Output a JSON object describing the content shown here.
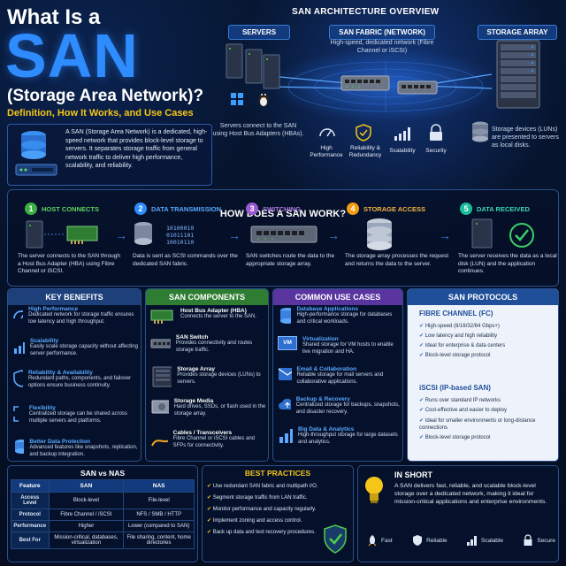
{
  "title": {
    "line1": "What Is a",
    "big": "SAN",
    "line2": "(Storage Area Network)?",
    "tagline": "Definition, How It Works, and Use Cases"
  },
  "intro": "A SAN (Storage Area Network) is a dedicated, high-speed network that provides block-level storage to servers. It separates storage traffic from general network traffic to deliver high performance, scalability, and reliability.",
  "architecture": {
    "title": "SAN ARCHITECTURE OVERVIEW",
    "servers_label": "SERVERS",
    "fabric_label": "SAN FABRIC (NETWORK)",
    "fabric_desc": "High-speed, dedicated network (Fibre Channel or iSCSI)",
    "storage_label": "STORAGE ARRAY",
    "servers_note": "Servers connect to the SAN using Host Bus Adapters (HBAs).",
    "storage_note": "Storage devices (LUNs) are presented to servers as local disks.",
    "features": [
      "High Performance",
      "Reliability & Redundancy",
      "Scalability",
      "Security"
    ]
  },
  "how": {
    "title": "HOW DOES A SAN WORK?",
    "steps": [
      {
        "num": "1",
        "title": "HOST CONNECTS",
        "desc": "The server connects to the SAN through a Host Bus Adapter (HBA) using Fibre Channel or iSCSI.",
        "color": "#3cb043"
      },
      {
        "num": "2",
        "title": "DATA TRANSMISSION",
        "desc": "Data is sent as SCSI commands over the dedicated SAN fabric.",
        "color": "#2e8cff"
      },
      {
        "num": "3",
        "title": "SWITCHING",
        "desc": "SAN switches route the data to the appropriate storage array.",
        "color": "#9b59d0"
      },
      {
        "num": "4",
        "title": "STORAGE ACCESS",
        "desc": "The storage array processes the request and returns the data to the server.",
        "color": "#f39c12"
      },
      {
        "num": "5",
        "title": "DATA RECEIVED",
        "desc": "The server receives the data as a local disk (LUN) and the application continues.",
        "color": "#1abc9c"
      }
    ],
    "binary": [
      "10100010",
      "01011101",
      "10010110"
    ]
  },
  "benefits": {
    "title": "KEY BENEFITS",
    "items": [
      {
        "title": "High Performance",
        "desc": "Dedicated network for storage traffic ensures low latency and high throughput."
      },
      {
        "title": "Scalability",
        "desc": "Easily scale storage capacity without affecting server performance."
      },
      {
        "title": "Reliability & Availability",
        "desc": "Redundant paths, components, and failover options ensure business continuity."
      },
      {
        "title": "Flexibility",
        "desc": "Centralized storage can be shared across multiple servers and platforms."
      },
      {
        "title": "Better Data Protection",
        "desc": "Advanced features like snapshots, replication, and backup integration."
      }
    ]
  },
  "components": {
    "title": "SAN COMPONENTS",
    "items": [
      {
        "title": "Host Bus Adapter (HBA)",
        "desc": "Connects the server to the SAN."
      },
      {
        "title": "SAN Switch",
        "desc": "Provides connectivity and routes storage traffic."
      },
      {
        "title": "Storage Array",
        "desc": "Provides storage devices (LUNs) to servers."
      },
      {
        "title": "Storage Media",
        "desc": "Hard drives, SSDs, or flash used in the storage array."
      },
      {
        "title": "Cables / Transceivers",
        "desc": "Fibre Channel or iSCSI cables and SFPs for connectivity."
      }
    ]
  },
  "usecases": {
    "title": "COMMON USE CASES",
    "items": [
      {
        "title": "Database Applications",
        "desc": "High-performance storage for databases and critical workloads."
      },
      {
        "title": "Virtualization",
        "desc": "Shared storage for VM hosts to enable live migration and HA."
      },
      {
        "title": "Email & Collaboration",
        "desc": "Reliable storage for mail servers and collaborative applications."
      },
      {
        "title": "Backup & Recovery",
        "desc": "Centralized storage for backups, snapshots, and disaster recovery."
      },
      {
        "title": "Big Data & Analytics",
        "desc": "High-throughput storage for large datasets and analytics."
      }
    ],
    "vm_badge": "VM"
  },
  "protocols": {
    "title": "SAN PROTOCOLS",
    "fc_title": "FIBRE CHANNEL (FC)",
    "fc_bullets": [
      "High-speed (8/16/32/64 Gbps+)",
      "Low latency and high reliability",
      "Ideal for enterprise & data centers",
      "Block-level storage protocol"
    ],
    "iscsi_title": "iSCSI (IP-based SAN)",
    "iscsi_bullets": [
      "Runs over standard IP networks",
      "Cost-effective and easier to deploy",
      "Ideal for smaller environments or long-distance connections",
      "Block-level storage protocol"
    ]
  },
  "vs": {
    "title": "SAN vs NAS",
    "headers": [
      "Feature",
      "SAN",
      "NAS"
    ],
    "rows": [
      [
        "Access Level",
        "Block-level",
        "File-level"
      ],
      [
        "Protocol",
        "Fibre Channel / iSCSI",
        "NFS / SMB / HTTP"
      ],
      [
        "Performance",
        "Higher",
        "Lower (compared to SAN)"
      ],
      [
        "Best For",
        "Mission-critical, databases, virtualization",
        "File sharing, content, home directories"
      ]
    ]
  },
  "best": {
    "title": "BEST PRACTICES",
    "items": [
      "Use redundant SAN fabric and multipath I/O.",
      "Segment storage traffic from LAN traffic.",
      "Monitor performance and capacity regularly.",
      "Implement zoning and access control.",
      "Back up data and test recovery procedures."
    ]
  },
  "short": {
    "title": "IN SHORT",
    "text": "A SAN delivers fast, reliable, and scalable block-level storage over a dedicated network, making it ideal for mission-critical applications and enterprise environments.",
    "badges": [
      "Fast",
      "Reliable",
      "Scalable",
      "Secure"
    ]
  },
  "colors": {
    "accent": "#2e8cff",
    "benefits": "#2f5fb5",
    "components": "#2e7d32",
    "usecases": "#6a3fb5",
    "protocols": "#1f4f99",
    "best": "#f5c518"
  }
}
